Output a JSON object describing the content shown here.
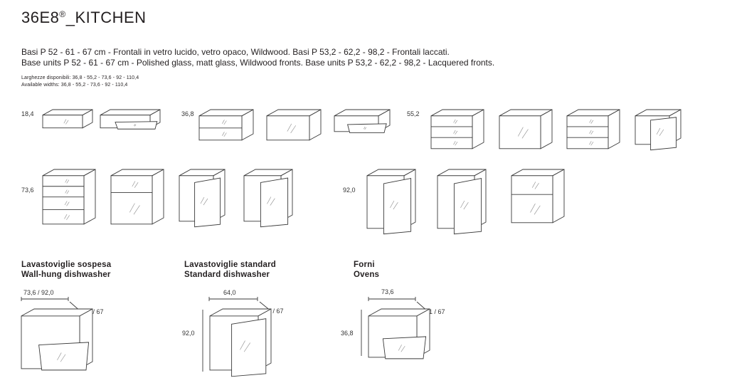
{
  "header": {
    "title_main": "36E8",
    "title_reg": "®",
    "title_rest": "_KITCHEN"
  },
  "description": {
    "italian": "Basi P 52 - 61 - 67 cm - Frontali in vetro lucido, vetro opaco, Wildwood. Basi P 53,2 - 62,2 - 98,2 - Frontali laccati.",
    "english": "Base units P 52 - 61 - 67 cm - Polished glass, matt glass, Wildwood fronts. Base units P 53,2 - 62,2 - 98,2 - Lacquered fronts."
  },
  "widths": {
    "italian": "Larghezze disponibili: 36,8 - 55,2 - 73,6 - 92 - 110,4",
    "english": "Available widths:  36,8 - 55,2 - 73,6 - 92 - 110,4"
  },
  "rows": {
    "w184": "18,4",
    "w368": "36,8",
    "w552": "55,2",
    "w736": "73,6",
    "w920": "92,0"
  },
  "sections": {
    "wall_hung": {
      "it": "Lavastoviglie sospesa",
      "en": "Wall-hung dishwasher",
      "width": "73,6 / 92,0",
      "depth": "61 / 67"
    },
    "standard": {
      "it": "Lavastoviglie standard",
      "en": "Standard dishwasher",
      "width": "64,0",
      "depth": "61 / 67",
      "height": "92,0"
    },
    "ovens": {
      "it": "Forni",
      "en": "Ovens",
      "width": "73,6",
      "depth": "61 / 67",
      "height": "36,8"
    }
  }
}
